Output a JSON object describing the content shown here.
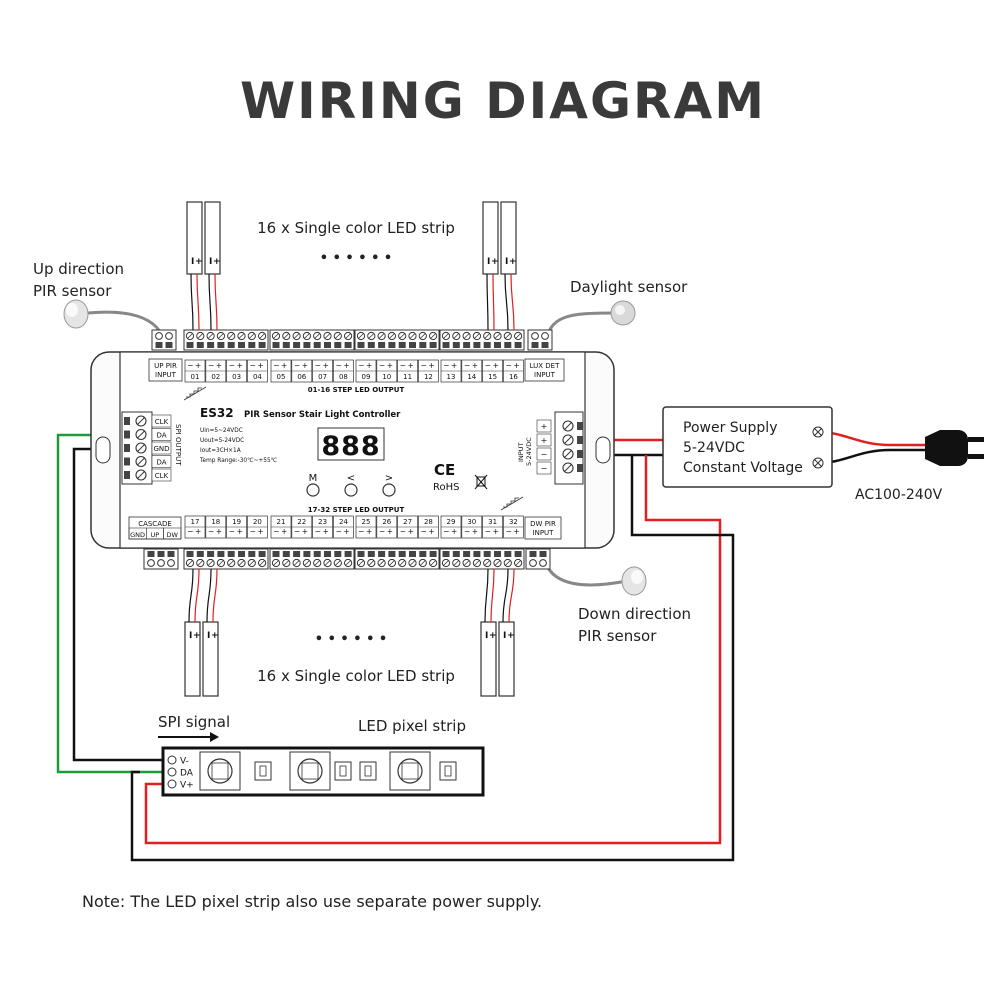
{
  "title": "WIRING DIAGRAM",
  "controller": {
    "model": "ES32",
    "name": "PIR Sensor Stair Light Controller",
    "specs": [
      "Uin=5~24VDC",
      "Uout=5-24VDC",
      "Iout=3CH×1A",
      "Temp Range:-30℃~+55℃"
    ],
    "display": "888",
    "buttons": [
      "M",
      "<",
      ">"
    ],
    "ce": "CE",
    "rohs": "RoHS",
    "up_pir_label": [
      "UP PIR",
      "INPUT"
    ],
    "luxdet_label": [
      "LUX DET",
      "INPUT"
    ],
    "dw_pir_label": [
      "DW PIR",
      "INPUT"
    ],
    "cascade_label": "CASCADE",
    "cascade_pins": [
      "GND",
      "UP",
      "DW"
    ],
    "top_output_label": "01-16 STEP LED OUTPUT",
    "bottom_output_label": "17-32 STEP LED OUTPUT",
    "spi_output_label": "SPI OUTPUT",
    "spi_pins": [
      "CLK",
      "DA",
      "GND",
      "DA",
      "CLK"
    ],
    "input_label": [
      "INPUT",
      "5-24VDC"
    ],
    "input_pins": [
      "+",
      "+",
      "−",
      "−"
    ],
    "top_channels": [
      "01",
      "02",
      "03",
      "04",
      "05",
      "06",
      "07",
      "08",
      "09",
      "10",
      "11",
      "12",
      "13",
      "14",
      "15",
      "16"
    ],
    "bottom_channels": [
      "17",
      "18",
      "19",
      "20",
      "21",
      "22",
      "23",
      "24",
      "25",
      "26",
      "27",
      "28",
      "29",
      "30",
      "31",
      "32"
    ],
    "channel_pol": "−+"
  },
  "labels": {
    "top_strip": "16 x Single color LED strip",
    "bottom_strip": "16 x Single color LED strip",
    "dots": "• • • • • •",
    "up_pir": [
      "Up direction",
      "PIR sensor"
    ],
    "daylight": "Daylight sensor",
    "down_pir": [
      "Down direction",
      "PIR sensor"
    ],
    "power_supply": [
      "Power Supply",
      "5-24VDC",
      "Constant Voltage"
    ],
    "ac": "AC100-240V",
    "spi_signal": "SPI signal",
    "pixel_strip": "LED pixel strip",
    "pixel_pins": [
      "V-",
      "DA",
      "V+"
    ],
    "strip_pol": [
      "I",
      "+"
    ],
    "note": "Note: The LED pixel strip also use separate power supply."
  },
  "colors": {
    "red_wire": "#e02020",
    "green_wire": "#1f9a3a",
    "black_wire": "#111111",
    "outline": "#333333",
    "title": "#3a3a3a"
  }
}
